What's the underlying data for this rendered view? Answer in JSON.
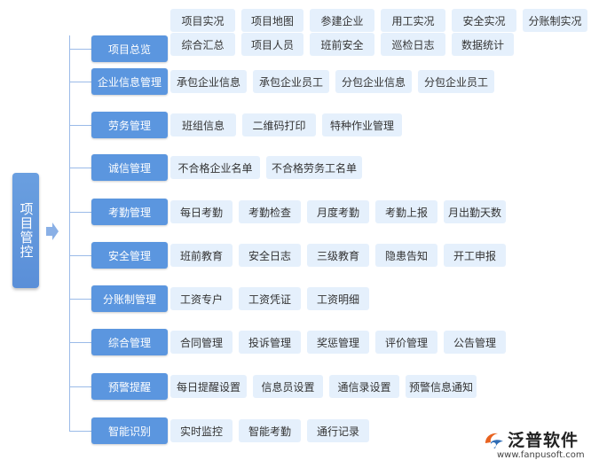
{
  "root": {
    "label": "项目管控"
  },
  "categories": [
    {
      "label": "项目总览",
      "items": [
        "项目实况",
        "项目地图",
        "参建企业",
        "用工实况",
        "安全实况",
        "分账制实况",
        "综合汇总",
        "项目人员",
        "班前安全",
        "巡检日志",
        "数据统计"
      ]
    },
    {
      "label": "企业信息管理",
      "items": [
        "承包企业信息",
        "承包企业员工",
        "分包企业信息",
        "分包企业员工"
      ]
    },
    {
      "label": "劳务管理",
      "items": [
        "班组信息",
        "二维码打印",
        "特种作业管理"
      ]
    },
    {
      "label": "诚信管理",
      "items": [
        "不合格企业名单",
        "不合格劳务工名单"
      ]
    },
    {
      "label": "考勤管理",
      "items": [
        "每日考勤",
        "考勤检查",
        "月度考勤",
        "考勤上报",
        "月出勤天数"
      ]
    },
    {
      "label": "安全管理",
      "items": [
        "班前教育",
        "安全日志",
        "三级教育",
        "隐患告知",
        "开工申报"
      ]
    },
    {
      "label": "分账制管理",
      "items": [
        "工资专户",
        "工资凭证",
        "工资明细"
      ]
    },
    {
      "label": "综合管理",
      "items": [
        "合同管理",
        "投诉管理",
        "奖惩管理",
        "评价管理",
        "公告管理"
      ]
    },
    {
      "label": "预警提醒",
      "items": [
        "每日提醒设置",
        "信息员设置",
        "通信录设置",
        "预警信息通知"
      ]
    },
    {
      "label": "智能识别",
      "items": [
        "实时监控",
        "智能考勤",
        "通行记录"
      ]
    }
  ],
  "logo": {
    "name": "泛普软件",
    "url": "www.fanpusoft.com"
  },
  "colors": {
    "category": "#5b96df",
    "item": "#e5f0fc",
    "line": "#9bbbe8",
    "root": "#5a8fd8"
  }
}
